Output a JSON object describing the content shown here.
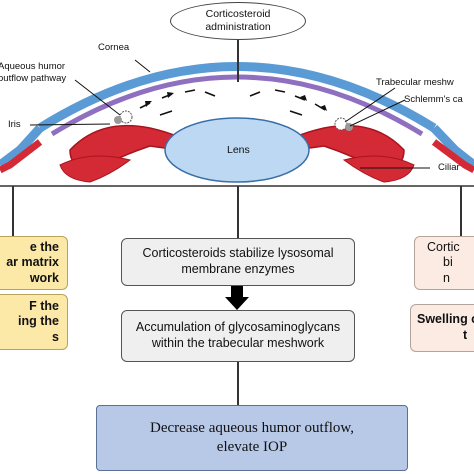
{
  "top_callout": {
    "line1": "Corticosteroid",
    "line2": "administration"
  },
  "eye_labels": {
    "cornea": "Cornea",
    "aqueous_line1": "Aqueous humor",
    "aqueous_line2": "outflow pathway",
    "iris": "Iris",
    "lens": "Lens",
    "trabecular": "Trabecular meshw",
    "schlemm": "Schlemm's ca",
    "ciliary": "Ciliar"
  },
  "boxes": {
    "left_top_line1": "e the",
    "left_top_line2": "ar matrix",
    "left_top_line3": "work",
    "left_bottom_line1": "F the",
    "left_bottom_line2": "ing the",
    "left_bottom_line3": "s",
    "center_top_line1": "Corticosteroids  stabilize lysosomal",
    "center_top_line2": "membrane enzymes",
    "center_mid_line1": "Accumulation of glycosaminoglycans",
    "center_mid_line2": "within the trabecular meshwork",
    "right_top_line1": "Cortic",
    "right_top_line2": "bi",
    "right_top_line3": "n",
    "right_bottom_line1": "Swelling o",
    "right_bottom_line2": "t",
    "bottom_line1": "Decrease aqueous humor outflow,",
    "bottom_line2": "elevate  IOP"
  },
  "colors": {
    "cornea_blue": "#5b9bd5",
    "cornea_purple": "#8e6fc0",
    "sclera_blue": "#5b9bd5",
    "iris_red": "#d42a35",
    "lens_blue": "#bcd8f2",
    "box_grey": "#efefef",
    "box_yellow": "#fce9a8",
    "box_peach": "#fcebe2",
    "box_blue": "#b8c9e8"
  }
}
